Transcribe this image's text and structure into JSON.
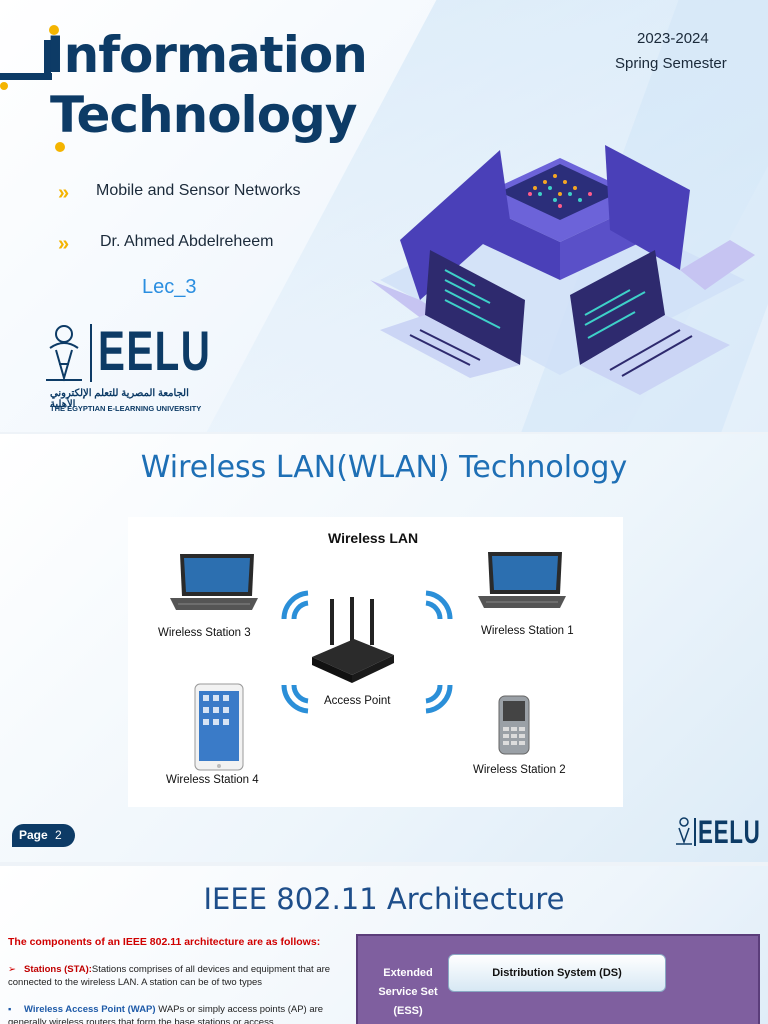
{
  "slide1": {
    "title_line1": "Information",
    "title_line2": "Technology",
    "year": "2023-2024",
    "semester": "Spring Semester",
    "bullet_glyph": "»",
    "course": "Mobile and Sensor Networks",
    "instructor": "Dr. Ahmed Abdelreheem",
    "lecture": "Lec_3",
    "logo": {
      "text": "EELU",
      "arabic_name": "الجامعة المصرية للتعلم الإلكتروني الأهلية",
      "english_name": "THE EGYPTIAN E-LEARNING UNIVERSITY"
    }
  },
  "slide2": {
    "title": "Wireless LAN(WLAN) Technology",
    "diagram": {
      "heading": "Wireless LAN",
      "stations": [
        "Wireless Station 3",
        "Wireless Station 1",
        "Wireless Station 4",
        "Wireless Station 2"
      ],
      "access_point": "Access Point"
    },
    "page_label": "Page",
    "page_number": "2",
    "logo_text": "EELU"
  },
  "slide3": {
    "title": "IEEE 802.11 Architecture",
    "intro": "The components of an IEEE 802.11 architecture are as follows:",
    "items": [
      {
        "marker": "➢",
        "term": "Stations (STA):",
        "text": "Stations comprises of all devices and equipment that are connected to the wireless LAN. A station can be of two types"
      },
      {
        "marker": "▪",
        "term": "Wireless Access Point (WAP)",
        "text": " WAPs or simply access points (AP) are generally wireless routers that form the base stations or access"
      }
    ],
    "figure": {
      "ess_label": "Extended Service Set (ESS)",
      "ess_lines": [
        "Extended",
        "Service Set",
        "(ESS)"
      ],
      "ds_label": "Distribution System (DS)"
    }
  },
  "colors": {
    "navy": "#0d3b66",
    "accent_yellow": "#f4b400",
    "link_blue": "#2a8ee0",
    "title_blue": "#1e6fb5",
    "wifi_blue": "#2b8fd8",
    "intro_red": "#d00000",
    "ess_purple": "#7f5f9f"
  }
}
